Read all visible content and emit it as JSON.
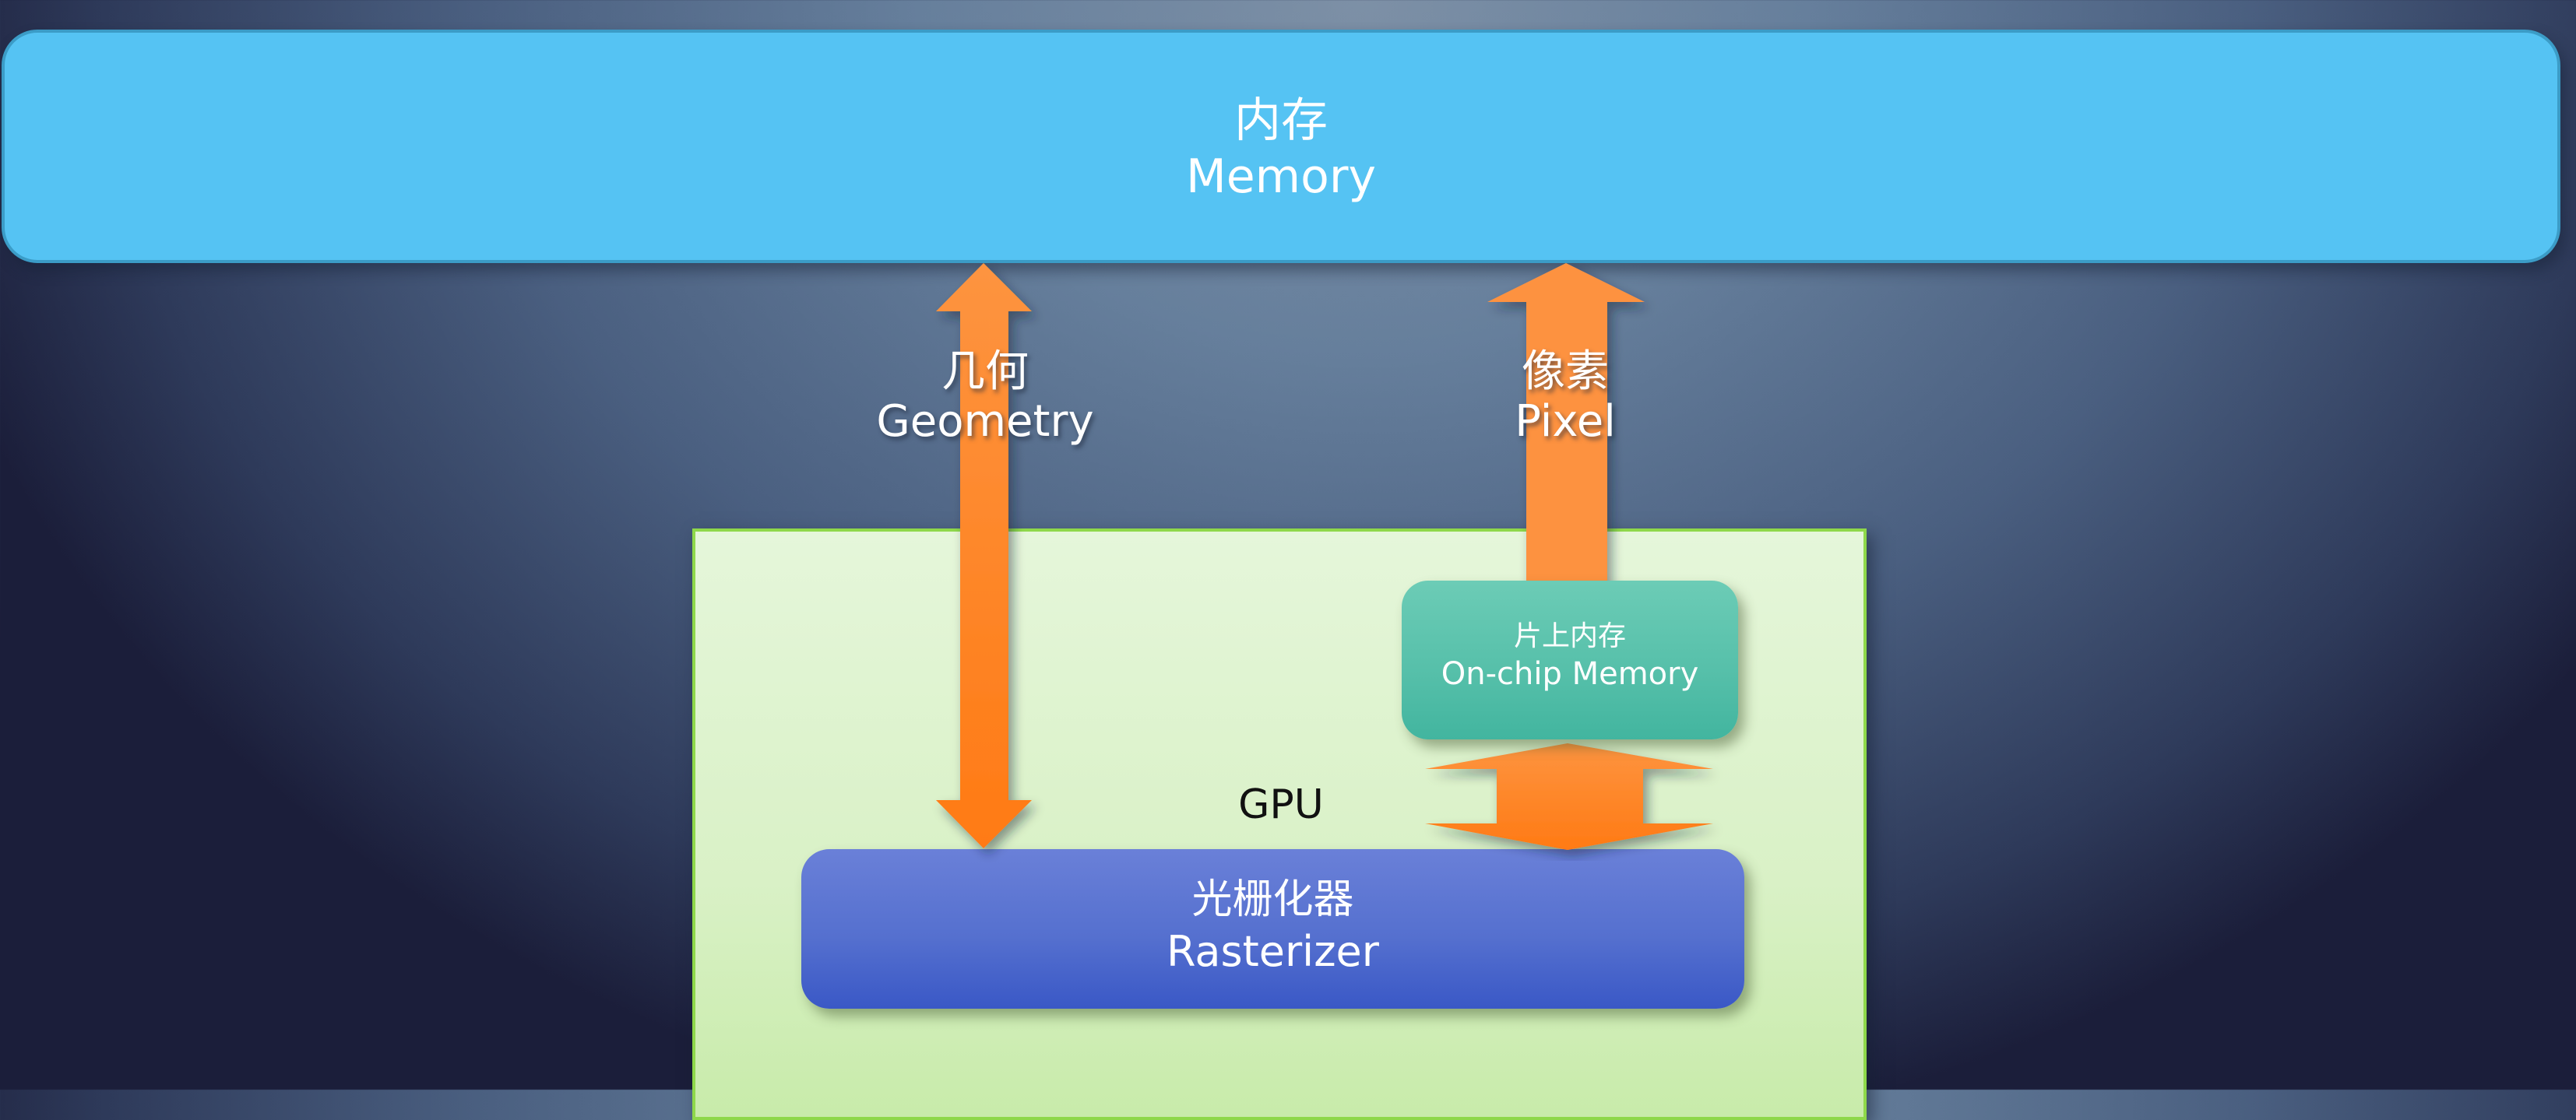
{
  "memory": {
    "label_zh": "内存",
    "label_en": "Memory",
    "color": "#55c3f3"
  },
  "arrows": {
    "geometry": {
      "label_zh": "几何",
      "label_en": "Geometry",
      "direction": "bidirectional",
      "color": "#ff8a35"
    },
    "pixel": {
      "label_zh": "像素",
      "label_en": "Pixel",
      "direction": "up",
      "color": "#ff8a35"
    },
    "onchip_to_rasterizer": {
      "direction": "bidirectional",
      "color": "#ff8a35"
    }
  },
  "gpu": {
    "label": "GPU",
    "color": "#dff3d0"
  },
  "onchip_memory": {
    "label_zh": "片上内存",
    "label_en": "On-chip Memory",
    "color": "#55bfa9"
  },
  "rasterizer": {
    "label_zh": "光栅化器",
    "label_en": "Rasterizer",
    "color": "#5570cf"
  }
}
